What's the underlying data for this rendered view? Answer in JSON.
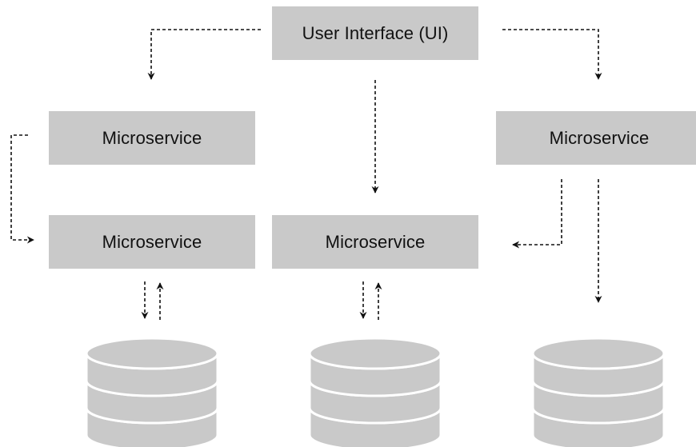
{
  "ui_box": {
    "label": "User Interface (UI)"
  },
  "services": [
    {
      "label": "Microservice"
    },
    {
      "label": "Microservice"
    },
    {
      "label": "Microservice"
    },
    {
      "label": "Microservice"
    }
  ],
  "databases": [
    {
      "name": "database-left"
    },
    {
      "name": "database-center"
    },
    {
      "name": "database-right"
    }
  ],
  "colors": {
    "box_fill": "#c9c9c9",
    "db_fill": "#c9c9c9",
    "db_stroke": "#ffffff",
    "arrow": "#111111"
  }
}
